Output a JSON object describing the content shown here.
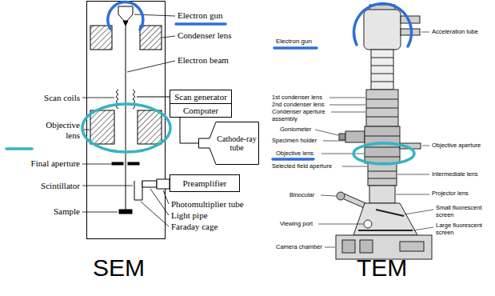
{
  "diagram": {
    "nodes": [
      {
        "text": [
          "Scan generator"
        ]
      },
      {
        "text": [
          "Computer"
        ]
      },
      {
        "text": [
          "Cathode-ray tube"
        ]
      },
      {
        "text": [
          "Preamplifier"
        ]
      }
    ],
    "edges": [
      {
        "from": 1,
        "to": 2,
        "arrow": "none"
      }
    ],
    "labels": [
      "Electron gun",
      "Condenser lens",
      "Electron beam",
      "Scan coils",
      "Objective lens",
      "Final aperture",
      "Scintillator",
      "Sample",
      "Photomultiplier tube",
      "Light pipe",
      "Faraday cage",
      "SEM",
      "Electron gun",
      "Acceleration tube",
      "1st condenser lens",
      "2nd condenser lens",
      "Condenser aperture assembly",
      "Goniometer",
      "Specimen holder",
      "Objective aperture",
      "Objective lens",
      "Selected field aperture",
      "Intermediate lens",
      "Projector lens",
      "Binocular",
      "Viewing port",
      "Small fluorescent screen",
      "Large fluorescent screen",
      "Camera chamber",
      "TEM"
    ]
  }
}
